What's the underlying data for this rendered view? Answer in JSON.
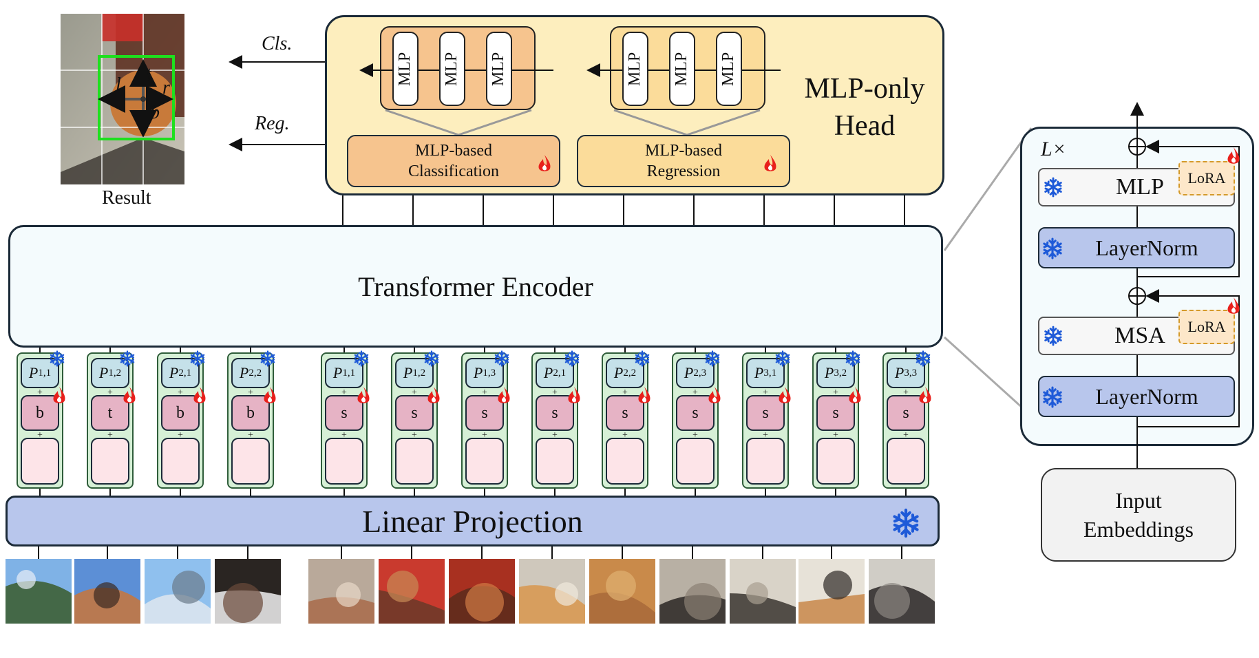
{
  "result": {
    "label": "Result",
    "l": "l",
    "t": "t",
    "r": "r",
    "b": "b"
  },
  "arrows": {
    "cls": "Cls.",
    "reg": "Reg."
  },
  "head": {
    "title_line1": "MLP-only",
    "title_line2": "Head",
    "mlp_label": "MLP",
    "cls_line1": "MLP-based",
    "cls_line2": "Classification",
    "reg_line1": "MLP-based",
    "reg_line2": "Regression"
  },
  "encoder": {
    "label": "Transformer Encoder"
  },
  "linear_projection": {
    "label": "Linear Projection"
  },
  "tokens": [
    {
      "p": "P",
      "sub": "1,1",
      "type": "b"
    },
    {
      "p": "P",
      "sub": "1,2",
      "type": "t"
    },
    {
      "p": "P",
      "sub": "2,1",
      "type": "b"
    },
    {
      "p": "P",
      "sub": "2,2",
      "type": "b"
    },
    {
      "p": "P",
      "sub": "1,1",
      "type": "s"
    },
    {
      "p": "P",
      "sub": "1,2",
      "type": "s"
    },
    {
      "p": "P",
      "sub": "1,3",
      "type": "s"
    },
    {
      "p": "P",
      "sub": "2,1",
      "type": "s"
    },
    {
      "p": "P",
      "sub": "2,2",
      "type": "s"
    },
    {
      "p": "P",
      "sub": "2,3",
      "type": "s"
    },
    {
      "p": "P",
      "sub": "3,1",
      "type": "s"
    },
    {
      "p": "P",
      "sub": "3,2",
      "type": "s"
    },
    {
      "p": "P",
      "sub": "3,3",
      "type": "s"
    }
  ],
  "block": {
    "repeat": "L×",
    "mlp": "MLP",
    "msa": "MSA",
    "lora": "LoRA",
    "layernorm": "LayerNorm"
  },
  "input_embeddings": {
    "line1": "Input",
    "line2": "Embeddings"
  },
  "colors": {
    "head_bg": "#fdeebe",
    "cls_box": "#f6c48e",
    "reg_box": "#fbdc9a",
    "layernorm": "#b8c6ec",
    "snowflake": "#1e5ad8",
    "flame": "#e8201c",
    "bbox": "#1ee01e"
  },
  "icons": {
    "frozen": "snowflake-icon",
    "trainable": "flame-icon"
  }
}
